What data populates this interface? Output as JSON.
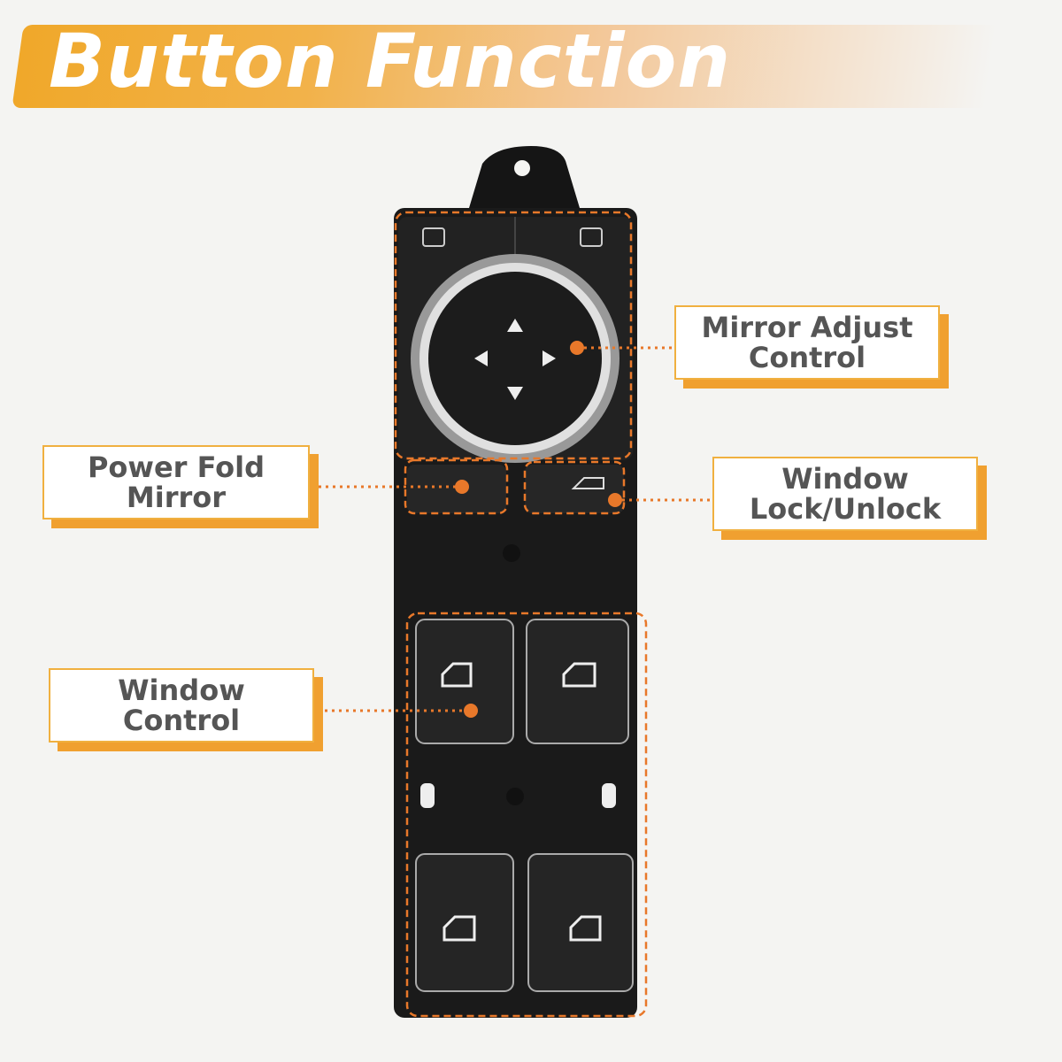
{
  "title": "Button Function",
  "labels": {
    "mirror_adjust": [
      "Mirror Adjust",
      "Control"
    ],
    "power_fold": [
      "Power Fold",
      "Mirror"
    ],
    "window_lock": [
      "Window",
      "Lock/Unlock"
    ],
    "window_control": [
      "Window",
      "Control"
    ]
  },
  "colors": {
    "accent": "#f0a030",
    "callout": "#e8782a"
  }
}
